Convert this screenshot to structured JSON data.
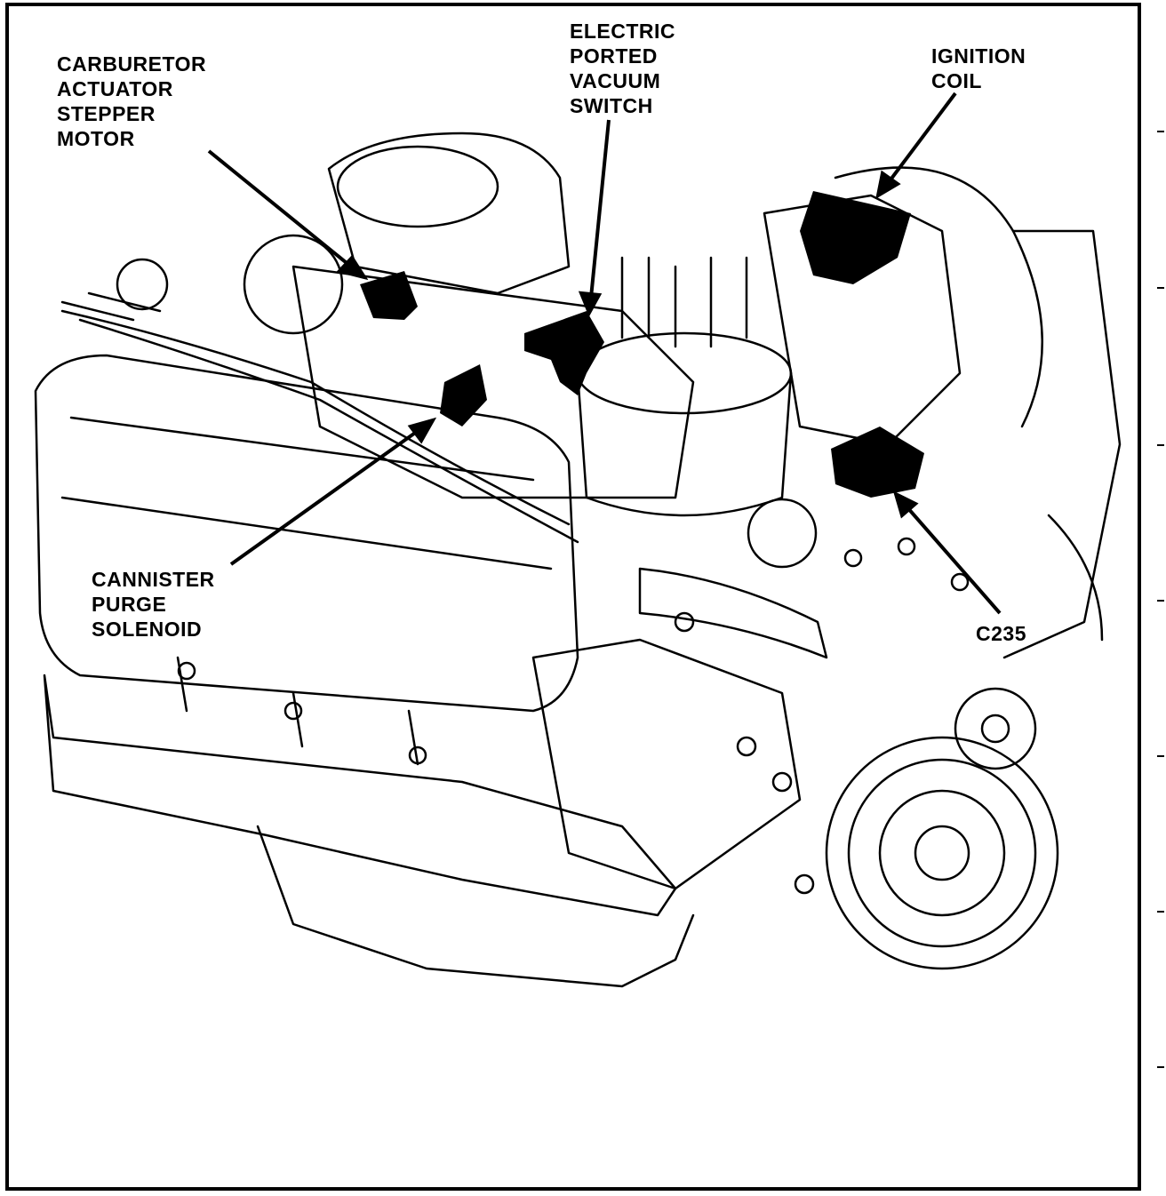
{
  "callouts": {
    "carburetor_actuator": "CARBURETOR\nACTUATOR\nSTEPPER\nMOTOR",
    "electric_vacuum_switch": "ELECTRIC\nPORTED\nVACUUM\nSWITCH",
    "ignition_coil": "IGNITION\nCOIL",
    "cannister_purge": "CANNISTER\nPURGE\nSOLENOID",
    "c235": "C235"
  },
  "colors": {
    "ink": "#000000",
    "paper": "#ffffff"
  }
}
